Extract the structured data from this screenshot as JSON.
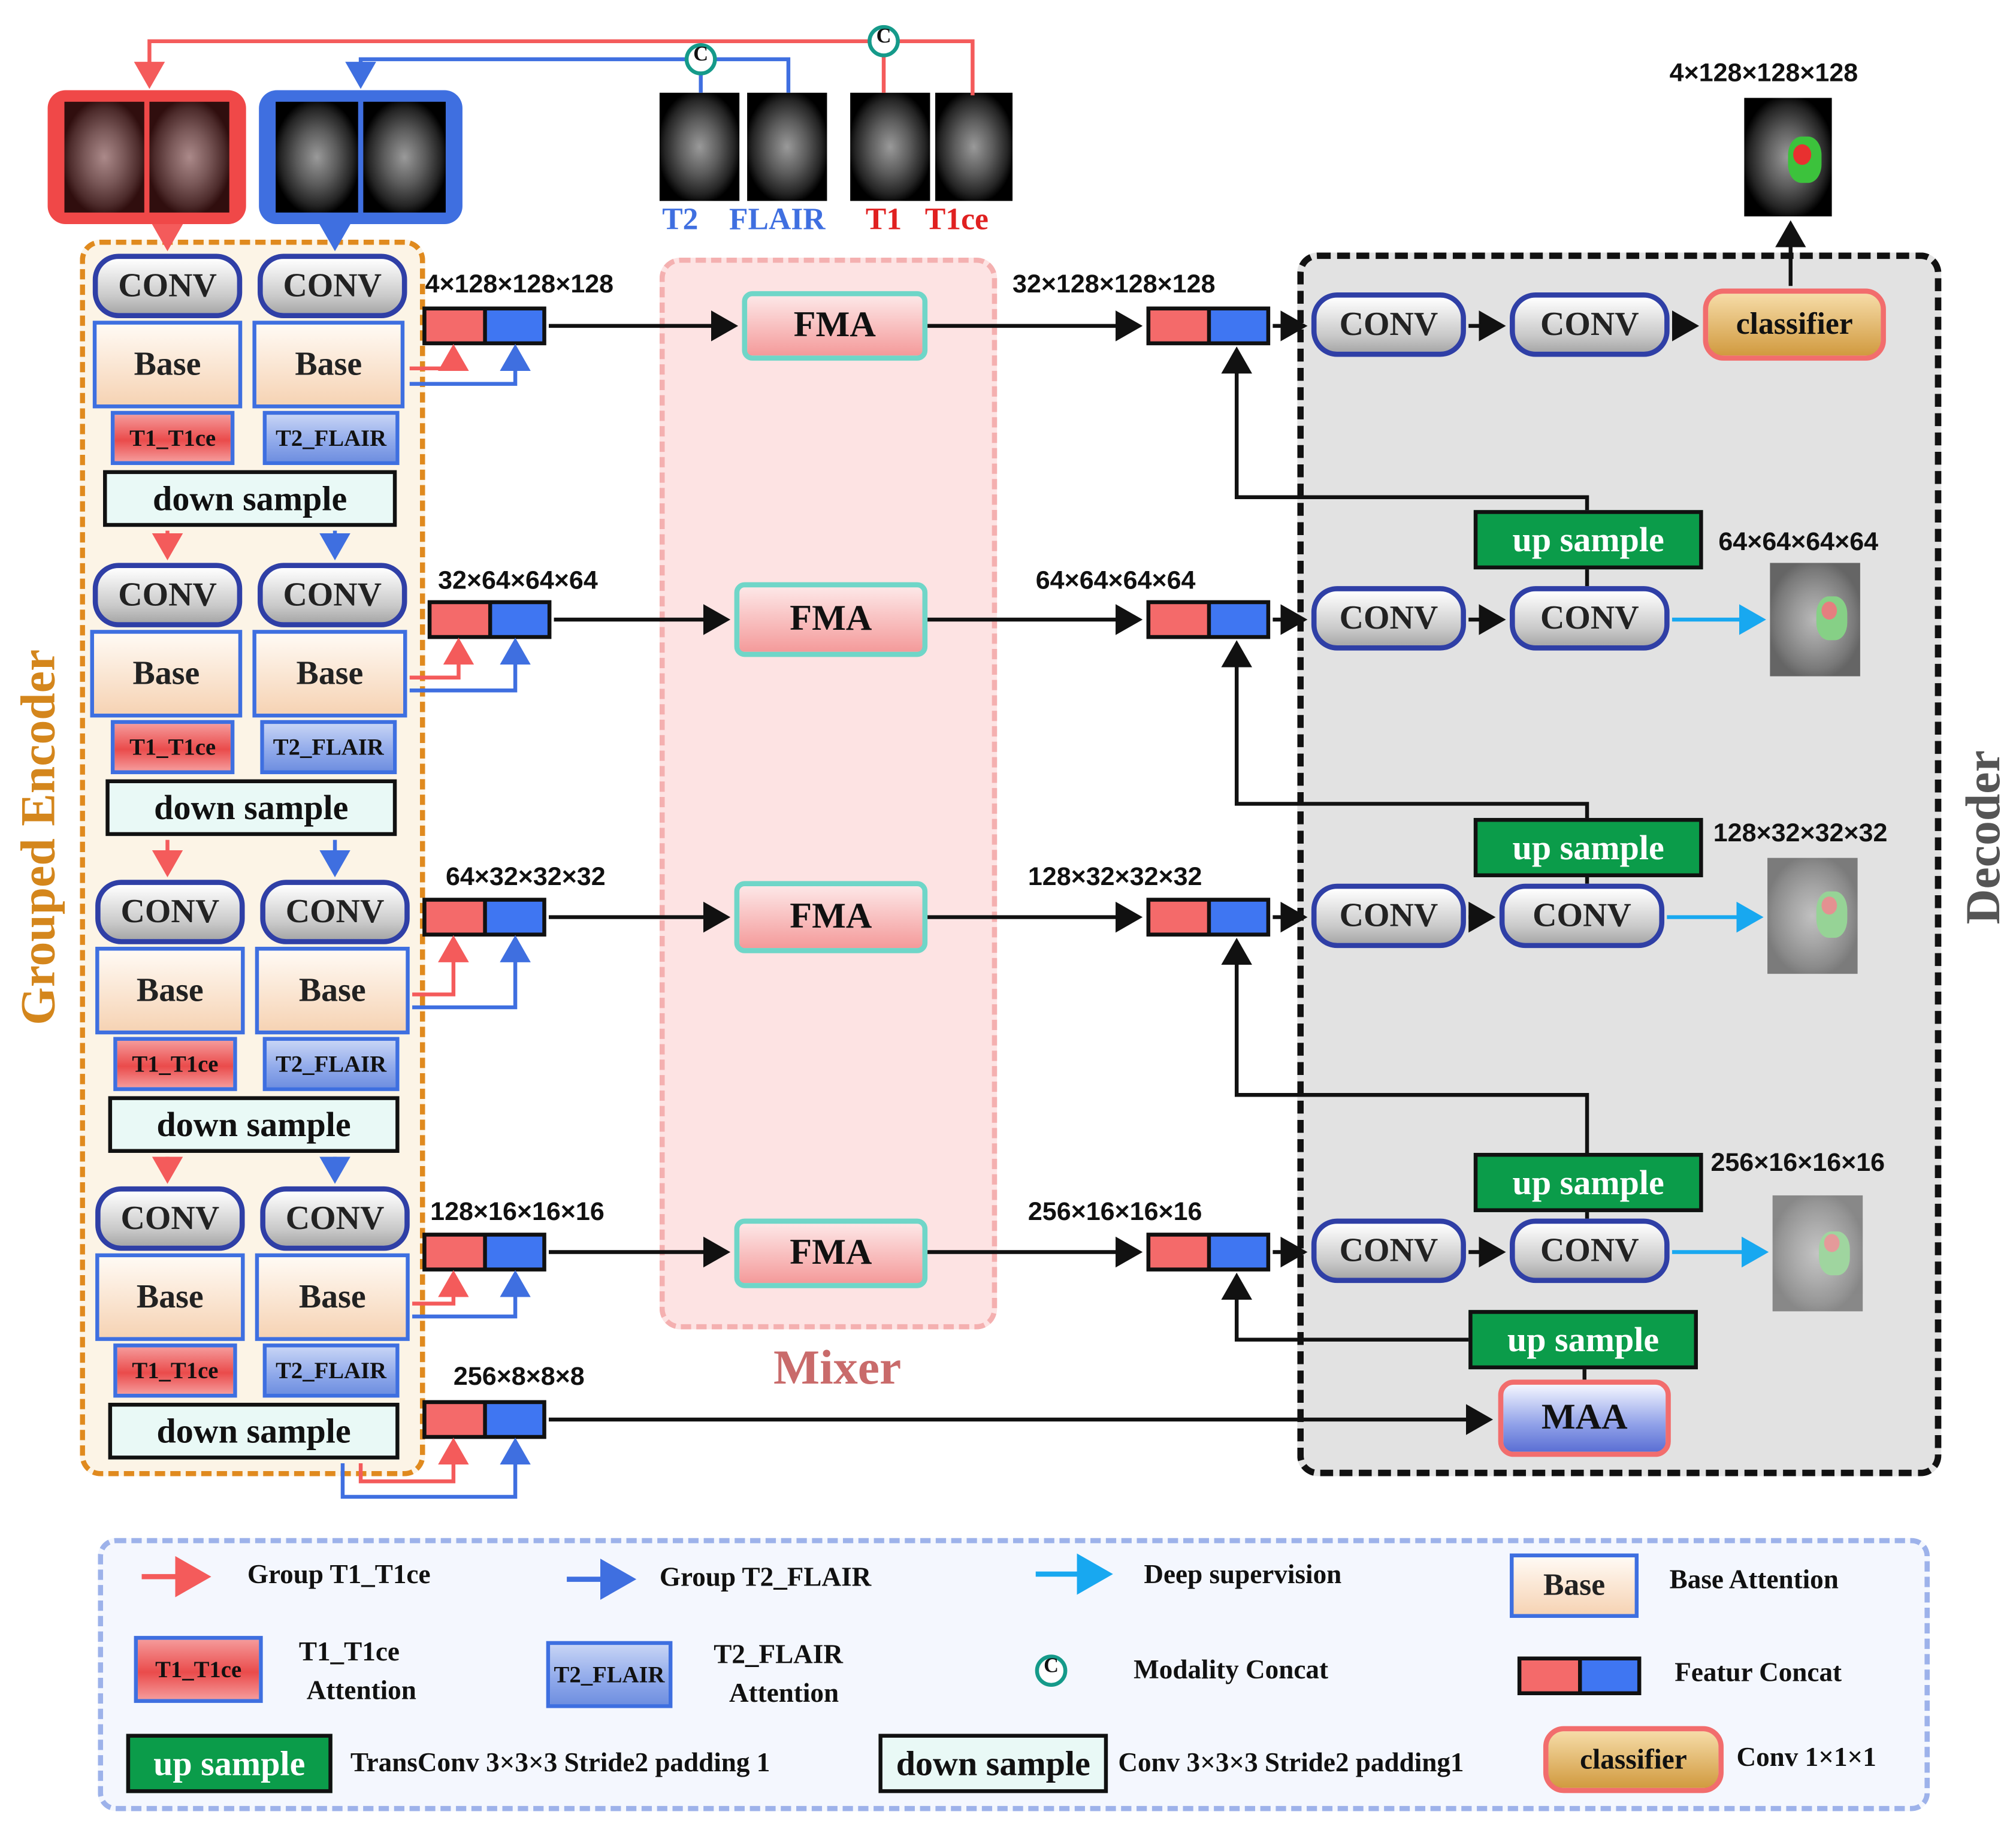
{
  "modalities": {
    "t2": "T2",
    "flair": "FLAIR",
    "t1": "T1",
    "t1ce": "T1ce"
  },
  "regions": {
    "encoder": "Grouped Encoder",
    "mixer": "Mixer",
    "decoder": "Decoder"
  },
  "blocks": {
    "conv": "CONV",
    "base": "Base",
    "t1_t1ce": "T1_T1ce",
    "t2_flair": "T2_FLAIR",
    "down": "down sample",
    "up": "up sample",
    "fma": "FMA",
    "maa": "MAA",
    "classifier": "classifier",
    "concat_symbol": "C"
  },
  "encoder_dims": [
    "4×128×128×128",
    "32×64×64×64",
    "64×32×32×32",
    "128×16×16×16",
    "256×8×8×8"
  ],
  "decoder_dims": [
    "32×128×128×128",
    "64×64×64×64",
    "128×32×32×32",
    "256×16×16×16"
  ],
  "output_dims": [
    "4×128×128×128",
    "64×64×64×64",
    "128×32×32×32",
    "256×16×16×16"
  ],
  "legend": {
    "group_t1": "Group T1_T1ce",
    "group_t2": "Group T2_FLAIR",
    "deep_sup": "Deep supervision",
    "base_block": "Base",
    "base_desc": "Base Attention",
    "t1_block": "T1_T1ce",
    "t1_desc_1": "T1_T1ce",
    "t1_desc_2": "Attention",
    "t2_block": "T2_FLAIR",
    "t2_desc_1": "T2_FLAIR",
    "t2_desc_2": "Attention",
    "mod_symbol": "C",
    "mod_desc": "Modality Concat",
    "feat_desc": "Featur Concat",
    "up_block": "up sample",
    "up_desc": "TransConv 3×3×3 Stride2 padding 1",
    "down_block": "down sample",
    "down_desc": "Conv 3×3×3 Stride2 padding1",
    "cls_block": "classifier",
    "cls_desc": "Conv 1×1×1"
  },
  "colors": {
    "red_group": "#f45b5b",
    "blue_group": "#3f6fe0",
    "deep_supervision": "#18a8f0",
    "encoder_border": "#e08a1e",
    "mixer_border": "#f4a3a3",
    "up_sample": "#0b9c4a"
  }
}
